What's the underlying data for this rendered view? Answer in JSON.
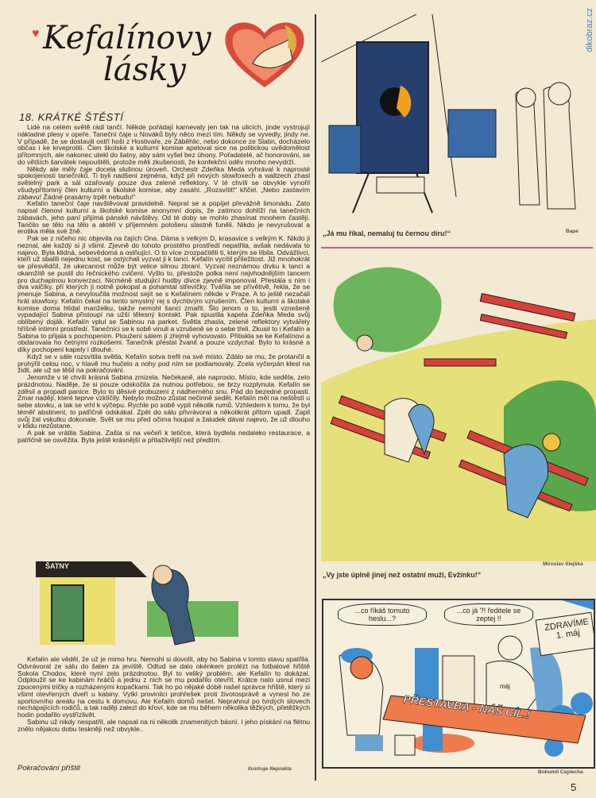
{
  "header": {
    "logo_line1": "Kefalínovy",
    "logo_line2": "lásky"
  },
  "chapter_title": "18. KRÁTKÉ ŠTĚSTÍ",
  "watermark": "dikobraz.cz",
  "paragraphs_top": [
    "Lidé na celém světě rádi tančí. Někde pořádají karnevaly jen tak na ulicích, jinde vystrojují nákladné plesy v opeře. Taneční čaje u Nováků byly něco mezi tím. Někdy se vyvedly, jindy ne. V případě, že se dostavili ostří hoši z Hostivaře, ze Záběhlic, nebo dokonce ze Slatin, docházelo občas i ke krveprolití. Člen školské a kulturní komise apeloval sice na politickou uvědomělost přítomných, ale nakonec utekl do šatny, aby sám vyšel bez úhony. Pořadatelé, ač honorováni, se do větších šarvátek nepouštěli, protože měli zkušenosti, že konfekční oděv mnoho nevydrží.",
    "Někdy ale měly čaje docela slušnou úroveň. Orchestr Zdeňka Meda vyhrával k naprosté spokojenosti tanečníků. Ti byli nadšeni zejména, když při nových slowfoxech a waltzech zhasl světelný park a sál ozařovaly pouze dva zelené reflektory. V té chvíli se obvykle vynořil všudypřítomný člen kulturní a školské komise, aby zasáhl. „Rozsvítit!“ křičel. „Nebo zastavím zábavu! Žádné prasárny trpět nebudu!“",
    "Kefalín taneční čaje navštěvoval pravidelně. Nepral se a popíjel převážně limonádu. Zato napsal členovi kulturní a školské komise anonymní dopis, že zatímco dohlíží na tanečních zábavách, jeho paní přijímá pánské návštěvy. Od té doby se mohlo zhasínat mnohem častěji. Tančilo se tělo na tělo a aktéři v příjemném pološeru slastně funěli. Nikdo je nevyrušoval a erotika měla své žně.",
    "Pak se z ničeho nic objevila na čajích Ona. Dáma s velkým D, krasavice s velkým K. Nikdo ji neznal, ale každý si jí všiml. Zjevně do tohoto prostého prostředí nepatřila, avšak nedávala to najevo. Byla klidná, sebevědomá a oslňující. O to více zrozpačitěli ti, kterým se líbila. Odvážlivci, kteří už sbalili nejednu kost, se ostýchali vyzvat ji k tanci. Kefalín vycítil příležitost. Již mnohokrát se přesvědčil, že ukecanost může být velice silnou zbraní. Vyzval neznámou dívku k tanci a okamžitě se pustil do řečnického cvičení. Vyšlo to, přestože polka není nejvhodnějším tancem pro duchaplnou konverzaci. Nicméně studující hudby dívce zjevně imponoval. Přestála s ním i dva valčíky, při kterých ji notně pokopal a pohamtal střevíčky. Tvářila se přívětivě, řekla, že se jmenuje Sabina, a nevyloučila možnost sejít se s Kefalínem někde v Praze. A to ještě nezačali hrát slowfoxy. Kefalín čekal na tento smyslný rej s dychtivým vzrušením. Člen kulturní a školské komise doma hlídal manželku, takže nemohl šanci zmařit. Šlo jenom o to, jestli vznešeně vypadající Sabina přistoupí na užší tělesný kontakt. Pak spustila kapela Zdeňka Meda svůj oblíbený doják. Kefalín vplul se Sabinou na parket. Světla zhasla, zelené reflektory vytvářely hříšně intimní prostředí. Tanečníci se k sobě vinuli a vzrušeně se o sebe třeli. Zkusil to i Kefalín a Sabina to přijala s pochopením. Ploužení sálem jí zřejmě vyhovovalo. Přitiskla se ke Kefalínovi a obdarovala ho četnými rozkošemi. Tanečník přestal žvanit a pouze vzdychal. Bylo to krásné a díky pochopení kapely i dlouhé.",
    "Když se v sále rozsvítila světla, Kefalín sotva trefil na své místo. Zdálo se mu, že protančil a prohýřil celou noc, v hlavě mu hučelo a nohy pod ním se podlamovaly. Zcela vyčerpán klesl na židli, ale už se těšil na pokračování.",
    "Jenomže v té chvíli krásná Sabina zmizela. Nečekaně, ale naprosto. Místo, kde seděla, zelo prázdnotou. Naděje, že si pouze odskočila za nutnou potřebou, se brzy rozplynula. Kefalín se zděsil a propadl panice. Bylo to děsivé probuzení z nádherného snu. Pád do bezedné propasti. Zmar nadějí, které teprve vzklíčily. Nebylo možno zůstat nečinně sedět. Kefalín měl na neštěstí u sebe stovku, a tak se vrhl k výčepu. Rychle po sobě vypil několik rumů. Vzhledem k tomu, že byl téměř abstinent, to patřičně odskákal. Zpět do sálu přivrávoral a několikrát přitom upadl. Zapil svůj žal vskutku dokonale. Svět se mu před očima houpal a žaludek dával najevo, že už dlouho v klidu nezůstane.",
    "A pak se vrátila Sabina. Zašla si na večeři k tetičce, která bydlela nedaleko restaurace, a patřičně se osvěžila. Byla ještě krásnější a přitažlivější než předtím."
  ],
  "paragraphs_bottom": [
    "Kefalín ale věděl, že už je mimo hru. Nemohl si dovolit, aby ho Sabina v tomto stavu spatřila. Odvrávoral ze sálu do šaten za jeviště. Odtud se dalo okénkem prolézt na fotbalové hřiště Sokola Chodov, které nyní zelo prázdnotou. Byl to veliký problém, ale Kefalín to dokázal. Odploužil se ke kabinám hráčů a jednu z nich se mu podařilo otevřít. Krátce nato usnul mezi zpocenými tričky a rozházenými kopačkami. Tak ho po nějaké době našel správce hřiště, který si všiml otevřených dveří u kabiny. Vytkl provinilci prohřešek proti životosprávě a vynesl ho ze sportovního areálu na cestu k domovu. Ale Kefalín domů nešel. Neprahnul po tvrdých slovech nechápajících rodičů, a tak raději zalezl do křoví, kde se mu během několika těžkých, přetěžkých hodin podařilo vystřízlivět.",
    "Sabinu už nikdy nespatřil, ale napsal na ni několik znamenitých básní. I jeho pískání na flétnu znělo nějakou dobu teskněji než obvykle.."
  ],
  "continued": "Pokračování příště",
  "illustrator_credit": "Ilustruje Neprakta",
  "illustration_sign": "ŠATNY",
  "cartoons": [
    {
      "caption": "„Já mu říkal, nemaluj tu černou díru!“",
      "author": "Bape"
    },
    {
      "caption": "„Vy jste úplně jinej než ostatní muži, Evžínku!“",
      "author": "Miroslav Slejška"
    },
    {
      "author": "Bohumil Ceplecha",
      "bubble1": "...co říkáš tomuto heslu...?",
      "bubble2": "...co já ?! ředitele se zeptej !!",
      "sign": "ZDRAVÍME 1. máj",
      "banner": "PŘESTAVBA - NÁŠ CÍL.!",
      "paper_label": "máj"
    }
  ],
  "page_number": "5",
  "colors": {
    "paper": "#f3ead4",
    "pink_rule": "#d35a7a",
    "blue": "#3f8fd0",
    "orange": "#ef7a4a",
    "green": "#5aa64a"
  }
}
